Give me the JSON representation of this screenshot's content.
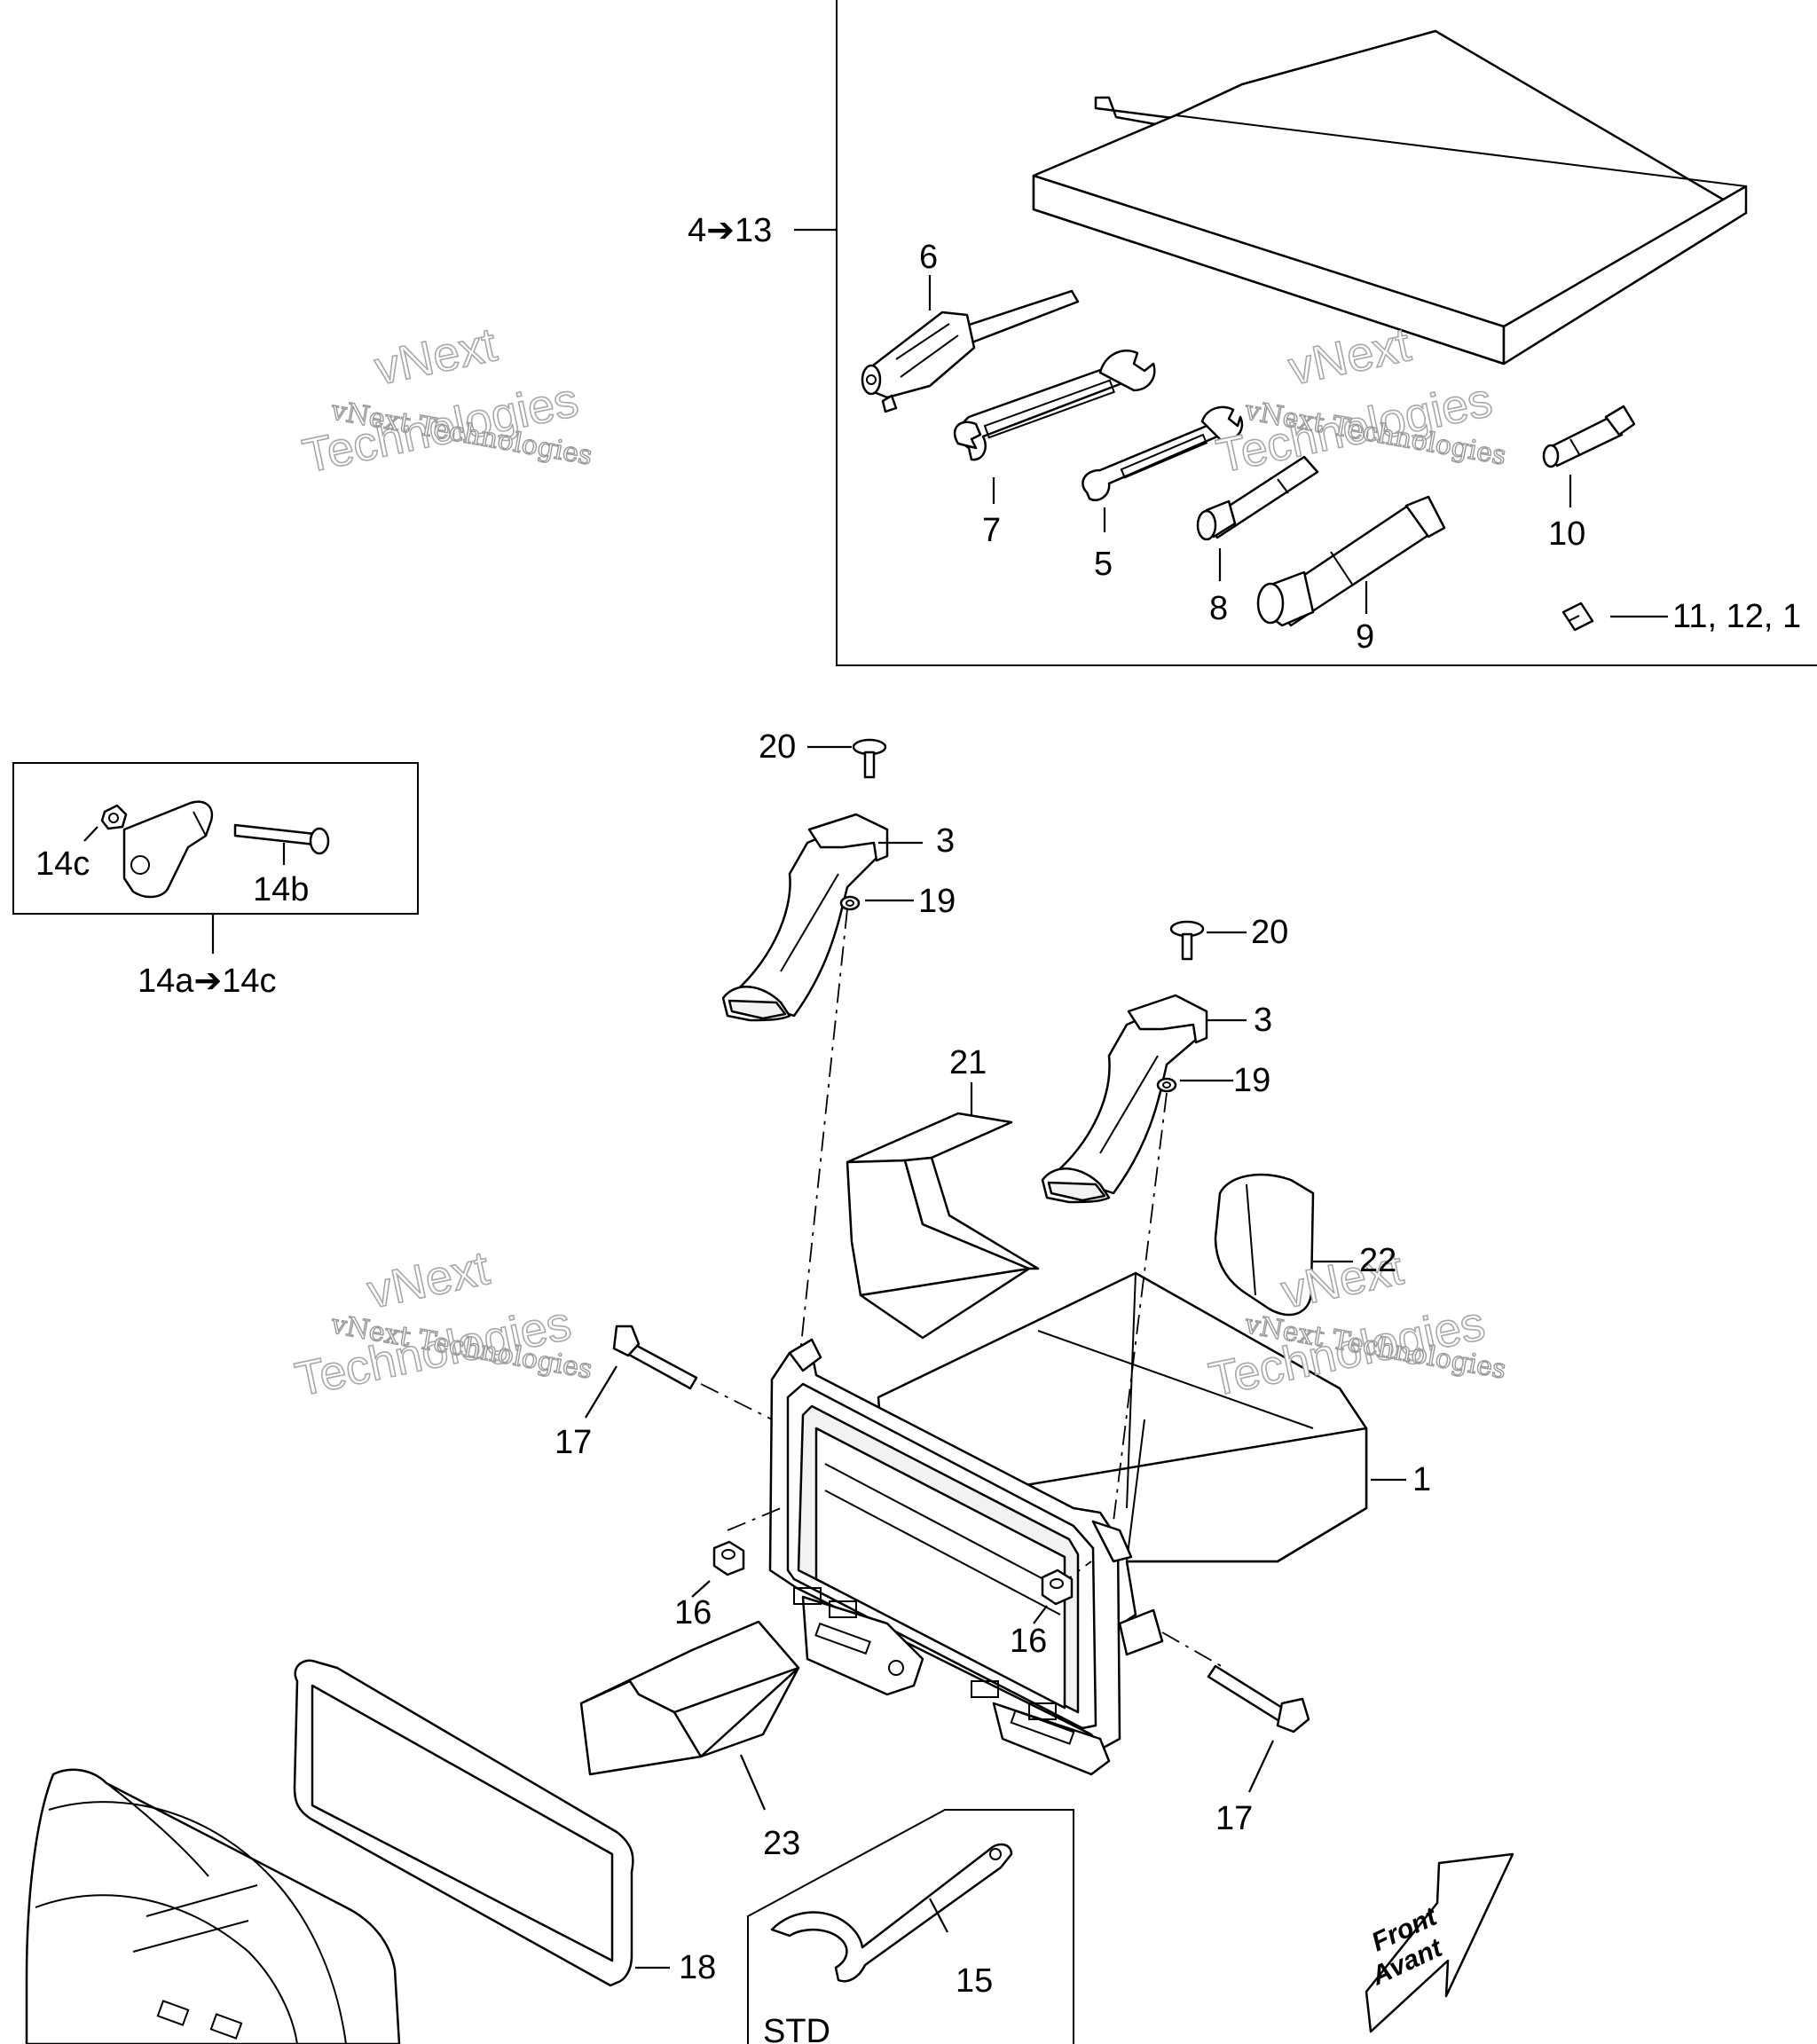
{
  "watermark": {
    "line": "vNext Technologies",
    "top": "vNext",
    "bottom": "Technologies"
  },
  "callouts": {
    "c4_13": "4➔13",
    "c6": "6",
    "c7": "7",
    "c5": "5",
    "c8": "8",
    "c9": "9",
    "c10": "10",
    "c11_12": "11, 12, 1",
    "c20a": "20",
    "c3a": "3",
    "c19a": "19",
    "c20b": "20",
    "c3b": "3",
    "c19b": "19",
    "c21": "21",
    "c22": "22",
    "c1": "1",
    "c17a": "17",
    "c16a": "16",
    "c16b": "16",
    "c17b": "17",
    "c23": "23",
    "c18": "18",
    "c15": "15",
    "c14c": "14c",
    "c14b": "14b",
    "c14a_14c": "14a➔14c",
    "std": "STD"
  },
  "front_arrow": {
    "line1": "Front",
    "line2": "Avant"
  }
}
